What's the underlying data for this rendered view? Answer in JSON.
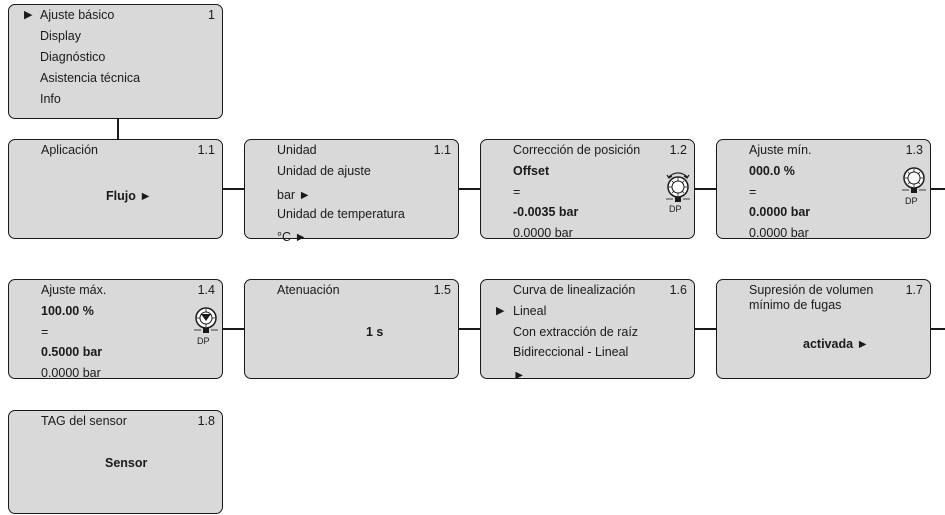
{
  "main_menu": {
    "number": "1",
    "marker": "▶",
    "items": [
      "Ajuste básico",
      "Display",
      "Diagnóstico",
      "Asistencia técnica",
      "Info"
    ]
  },
  "aplicacion": {
    "title": "Aplicación",
    "number": "1.1",
    "value": "Flujo ►"
  },
  "unidad": {
    "title": "Unidad",
    "number": "1.1",
    "line1": "Unidad de ajuste",
    "line2": "bar ►",
    "line3": "Unidad de temperatura",
    "line4": "°C ►"
  },
  "correccion": {
    "title": "Corrección de posición",
    "number": "1.2",
    "line1": "Offset",
    "line2": "=",
    "line3": "-0.0035 bar",
    "line4": "0.0000 bar"
  },
  "ajuste_min": {
    "title": "Ajuste mín.",
    "number": "1.3",
    "line1": "000.0 %",
    "line2": "=",
    "line3": "0.0000 bar",
    "line4": "0.0000 bar"
  },
  "ajuste_max": {
    "title": "Ajuste máx.",
    "number": "1.4",
    "line1": "100.00 %",
    "line2": "=",
    "line3": "0.5000 bar",
    "line4": "0.0000 bar"
  },
  "atenuacion": {
    "title": "Atenuación",
    "number": "1.5",
    "value": "1 s"
  },
  "curva": {
    "title": "Curva de linealización",
    "number": "1.6",
    "marker": "▶",
    "options": [
      "Lineal",
      "Con extracción de raíz",
      "Bidireccional - Lineal"
    ],
    "arrow": "►"
  },
  "supresion": {
    "title_line1": "Supresión de volumen",
    "title_line2": "mínimo de fugas",
    "number": "1.7",
    "value": "activada ►"
  },
  "tag": {
    "title": "TAG del sensor",
    "number": "1.8",
    "value": "Sensor"
  },
  "dp_label": "DP",
  "colors": {
    "box_fill": "#d9d9d9",
    "stroke": "#1a1a1a"
  },
  "icons": [
    "dp-knob-rotate-icon",
    "dp-knob-icon"
  ]
}
